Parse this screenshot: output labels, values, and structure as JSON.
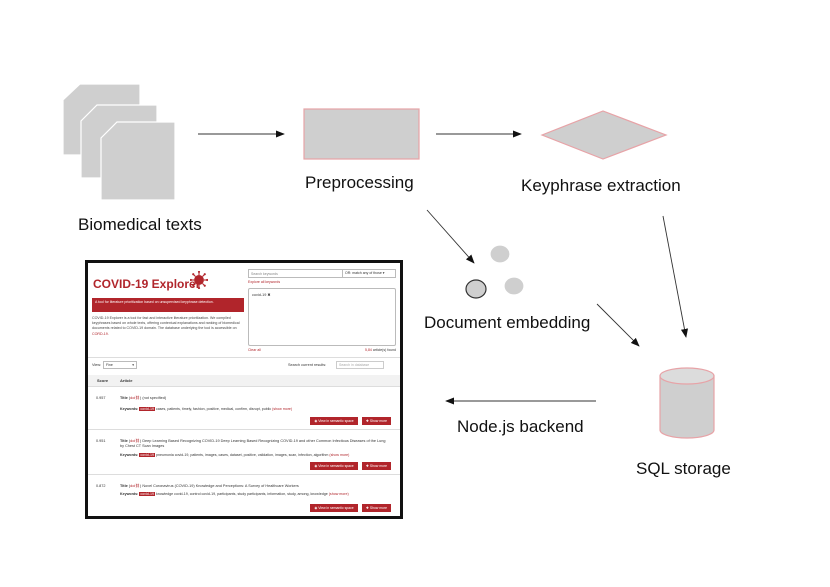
{
  "diagram": {
    "nodes": [
      {
        "id": "biomedical_texts",
        "label": "Biomedical texts",
        "shape": "stacked-documents"
      },
      {
        "id": "preprocessing",
        "label": "Preprocessing",
        "shape": "rectangle"
      },
      {
        "id": "keyphrase_extraction",
        "label": "Keyphrase extraction",
        "shape": "diamond"
      },
      {
        "id": "document_embedding",
        "label": "Document embedding",
        "shape": "ellipses"
      },
      {
        "id": "sql_storage",
        "label": "SQL storage",
        "shape": "cylinder"
      },
      {
        "id": "nodejs_backend",
        "label": "Node.js backend",
        "shape": "edge-label"
      },
      {
        "id": "web_ui",
        "label": "",
        "shape": "screenshot"
      }
    ],
    "edges": [
      {
        "from": "biomedical_texts",
        "to": "preprocessing"
      },
      {
        "from": "preprocessing",
        "to": "keyphrase_extraction"
      },
      {
        "from": "preprocessing",
        "to": "document_embedding"
      },
      {
        "from": "document_embedding",
        "to": "sql_storage"
      },
      {
        "from": "keyphrase_extraction",
        "to": "sql_storage"
      },
      {
        "from": "sql_storage",
        "to": "web_ui",
        "label": "Node.js backend"
      }
    ],
    "colors": {
      "shape_fill": "#cfcfcf",
      "accent": "#b1252b",
      "edge": "#333333"
    }
  },
  "app": {
    "title": "COVID-19 Explorer",
    "banner": "A tool for literature prioritization based on unsupervised keyphrase detection.",
    "description": "COVID-19 Explorer is a tool for fast and interactive literature prioritization. We compiled keyphrases based on whole texts, offering contextual explanations and ranking of biomedical documents related to COVID-19 domain. The database underlying the tool is accessible on",
    "description_link": "CORD-19.",
    "search": {
      "placeholder": "Search keywords",
      "match_option": "OR: match any of those",
      "explore_link": "Explore all keywords",
      "keywords_value": "covid-19 ✖",
      "clear_link": "Clear all",
      "found_count": "5,84",
      "found_label": "article(s) found"
    },
    "toolbar": {
      "view_label": "View:",
      "view_value": "Fine",
      "filter_label": "Search current results:",
      "filter_placeholder": "Search in database"
    },
    "table": {
      "headers": {
        "score": "Score",
        "article": "Article"
      },
      "semantic_button": "View in semantic space",
      "more_button": "Show more",
      "rows": [
        {
          "score": "0.957",
          "title_label": "Title",
          "title_doi": "doi",
          "title_text": "(not specified)",
          "keywords_label": "Keywords:",
          "keywords_tag": "covid-19",
          "keywords_text": "cases, patients, timely, fashion, positive, medical, confirm, disrupt, public",
          "keywords_more": "(show more)"
        },
        {
          "score": "0.951",
          "title_label": "Title",
          "title_doi": "doi",
          "title_text": "Deep Learning Based Recognizing COVID-19 Deep Learning Based Recognizing COVID-19 and other Common Infectious Diseases of the Lung by Chest CT Scan Images",
          "keywords_label": "Keywords:",
          "keywords_tag": "covid-19",
          "keywords_text": "pneumonia covid-19, patients, images, cases, dataset, positive, validation, images, scan, infection, algorithm",
          "keywords_more": "(show more)"
        },
        {
          "score": "0.872",
          "title_label": "Title",
          "title_doi": "doi",
          "title_text": "Novel Coronavirus (COVID-19) Knowledge and Perceptions: A Survey of Healthcare Workers",
          "keywords_label": "Keywords:",
          "keywords_tag": "covid-19",
          "keywords_text": "knowledge covid-19, control covid-19, participants, study participants, information, study, among, knowledge",
          "keywords_more": "(show more)"
        }
      ]
    }
  }
}
